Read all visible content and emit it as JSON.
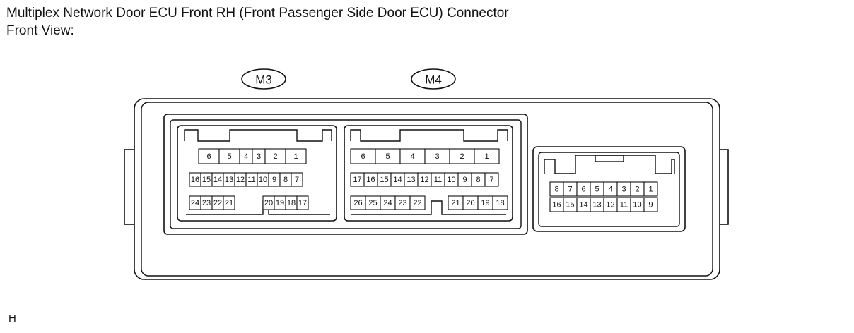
{
  "header": {
    "title": "Multiplex Network Door ECU Front RH (Front Passenger Side Door ECU) Connector",
    "view": "Front View:"
  },
  "connectors": [
    {
      "label": "M3",
      "rows": [
        [
          "6",
          "5",
          "4",
          "3",
          "2",
          "1"
        ],
        [
          "16",
          "15",
          "14",
          "13",
          "12",
          "11",
          "10",
          "9",
          "8",
          "7"
        ],
        [
          "24",
          "23",
          "22",
          "21",
          "20",
          "19",
          "18",
          "17"
        ]
      ]
    },
    {
      "label": "M4",
      "rows": [
        [
          "6",
          "5",
          "4",
          "3",
          "2",
          "1"
        ],
        [
          "17",
          "16",
          "15",
          "14",
          "13",
          "12",
          "11",
          "10",
          "9",
          "8",
          "7"
        ],
        [
          "26",
          "25",
          "24",
          "23",
          "22",
          "21",
          "20",
          "19",
          "18"
        ]
      ]
    },
    {
      "label": "",
      "rows": [
        [
          "8",
          "7",
          "6",
          "5",
          "4",
          "3",
          "2",
          "1"
        ],
        [
          "16",
          "15",
          "14",
          "13",
          "12",
          "11",
          "10",
          "9"
        ]
      ]
    }
  ],
  "footer": {
    "code": "H"
  }
}
